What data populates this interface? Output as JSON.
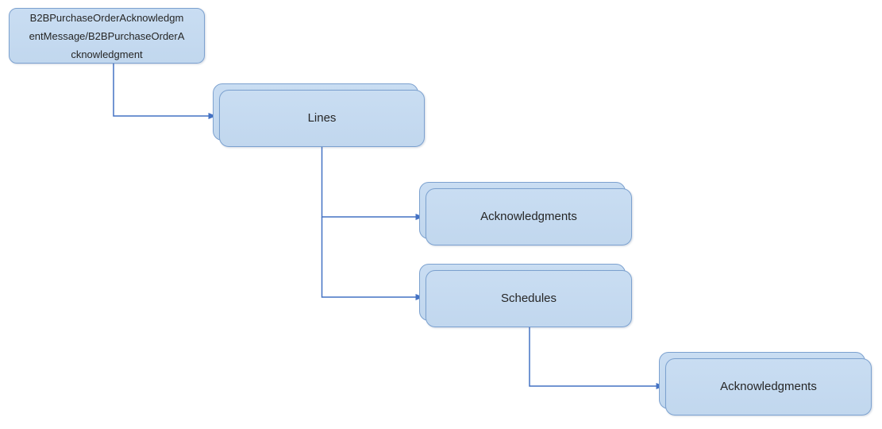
{
  "diagram": {
    "type": "hierarchy",
    "colors": {
      "node_fill": "#c1d7ee",
      "node_fill_top": "#c9ddf2",
      "node_border": "#7ca1cf",
      "connector": "#4472c4",
      "text": "#262626"
    },
    "nodes": [
      {
        "id": "root",
        "label": "B2BPurchaseOrderAcknowledgmentMessage/B2BPurchaseOrderAcknowledgment",
        "stacked": false
      },
      {
        "id": "lines",
        "label": "Lines",
        "stacked": true
      },
      {
        "id": "lines-acknowledgments",
        "label": "Acknowledgments",
        "stacked": true
      },
      {
        "id": "schedules",
        "label": "Schedules",
        "stacked": true
      },
      {
        "id": "schedules-acknowledgments",
        "label": "Acknowledgments",
        "stacked": true
      }
    ],
    "edges": [
      {
        "from": "root",
        "to": "lines"
      },
      {
        "from": "lines",
        "to": "lines-acknowledgments"
      },
      {
        "from": "lines",
        "to": "schedules"
      },
      {
        "from": "schedules",
        "to": "schedules-acknowledgments"
      }
    ]
  }
}
